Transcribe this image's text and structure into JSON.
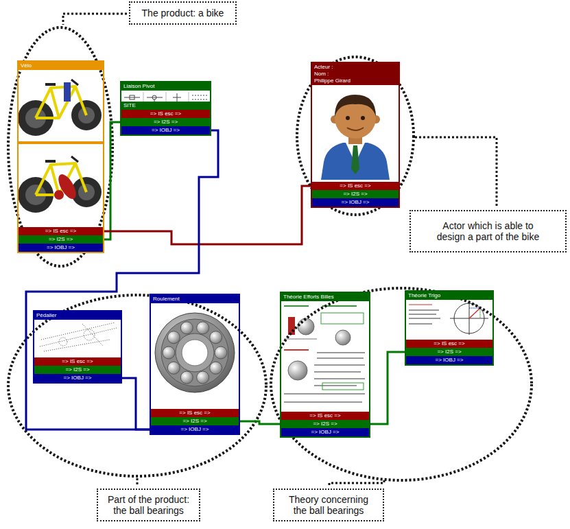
{
  "diagram": {
    "nodes": [
      {
        "text": [
          "The product: a bike"
        ]
      },
      {
        "text": [
          "Vélo",
          "=> IS esc =>",
          "=> I2S =>",
          "=> IOBJ =>"
        ]
      },
      {
        "text": [
          "Liaison Pivot",
          "SITE",
          "=> IS esc =>",
          "=> I2S =>",
          "=> IOBJ =>"
        ]
      },
      {
        "text": [
          "Acteur :",
          "Nom :",
          "Philippe Girard",
          "=> IS esc =>",
          "=> I2S =>",
          "=> IOBJ =>"
        ]
      },
      {
        "text": [
          "Actor which is able to design a part of the bike"
        ]
      },
      {
        "text": [
          "Pédalier",
          "=> IS esc =>",
          "=> I2S =>",
          "=> IOBJ =>"
        ]
      },
      {
        "text": [
          "Roulement",
          "=> IS esc =>",
          "=> I2S =>",
          "=> IOBJ =>"
        ]
      },
      {
        "text": [
          "Théorie Efforts Billes",
          "=> IS esc =>",
          "=> I2S =>",
          "=> IOBJ =>"
        ]
      },
      {
        "text": [
          "Théorie Trigo",
          "=> IS esc =>",
          "=> I2S =>",
          "=> IOBJ =>"
        ]
      },
      {
        "text": [
          "Part of the product: the ball bearings"
        ]
      },
      {
        "text": [
          "Theory concerning the ball bearings"
        ]
      }
    ],
    "edges": [
      {
        "from": 1,
        "to": 2,
        "arrow": "none"
      },
      {
        "from": 1,
        "to": 3,
        "arrow": "none"
      },
      {
        "from": 2,
        "to": 6,
        "arrow": "none"
      },
      {
        "from": 5,
        "to": 6,
        "arrow": "none"
      },
      {
        "from": 6,
        "to": 7,
        "arrow": "none"
      },
      {
        "from": 7,
        "to": 8,
        "arrow": "none"
      }
    ]
  }
}
